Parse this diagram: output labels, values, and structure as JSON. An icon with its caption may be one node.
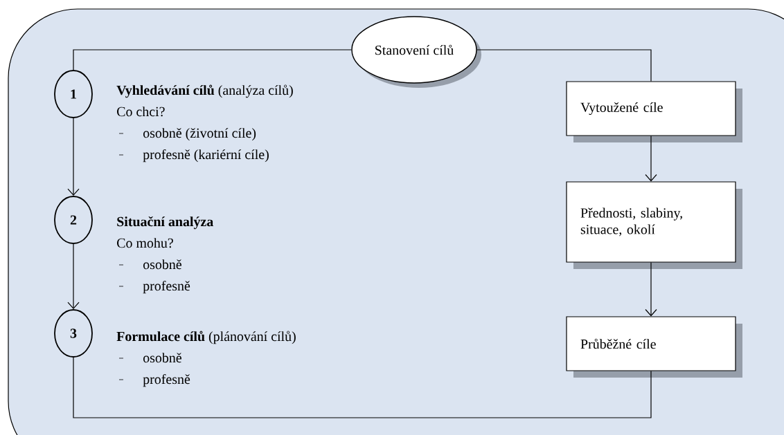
{
  "diagram": {
    "nodes": [
      {
        "text": [
          "Stanovení cílů"
        ]
      },
      {
        "text": [
          "1"
        ],
        "beside": [
          "**Vyhledávání cílů** (analýza cílů)",
          "Co chci?",
          "osobně (životní cíle)",
          "profesně (kariérní cíle)"
        ]
      },
      {
        "text": [
          "Vytoužené cíle"
        ]
      },
      {
        "text": [
          "2"
        ],
        "beside": [
          "**Situační analýza**",
          "Co mohu?",
          "osobně",
          "profesně"
        ]
      },
      {
        "text": [
          "Přednosti, slabiny, situace, okolí"
        ]
      },
      {
        "text": [
          "3"
        ],
        "beside": [
          "**Formulace cílů** (plánování cílů)",
          "osobně",
          "profesně"
        ]
      },
      {
        "text": [
          "Průběžné cíle"
        ]
      }
    ],
    "edges": [
      {
        "from": 0,
        "to": 1,
        "arrow": "none"
      },
      {
        "from": 1,
        "to": 3,
        "arrow": "to"
      },
      {
        "from": 3,
        "to": 5,
        "arrow": "to"
      },
      {
        "from": 0,
        "to": 2,
        "arrow": "none"
      },
      {
        "from": 2,
        "to": 4,
        "arrow": "to"
      },
      {
        "from": 4,
        "to": 6,
        "arrow": "to"
      },
      {
        "from": 5,
        "to": 6,
        "arrow": "none"
      }
    ]
  }
}
